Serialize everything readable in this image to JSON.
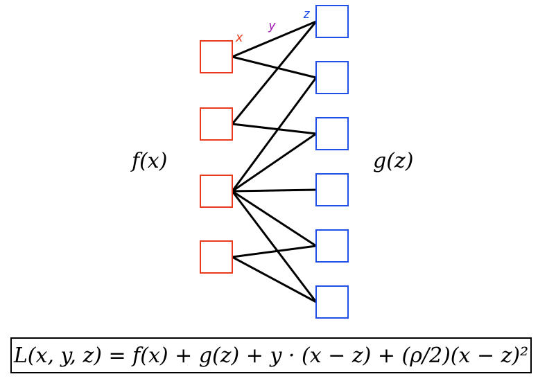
{
  "diagram": {
    "left_label": "f(x)",
    "right_label": "g(z)",
    "edge_label_x": "x",
    "edge_label_y": "y",
    "edge_label_z": "z",
    "formula": "L(x, y, z) = f(x) + g(z) + y · (x − z) + (ρ/2)(x − z)²",
    "colors": {
      "left_nodes": "#e8391d",
      "right_nodes": "#1f4fe6",
      "edges": "#000000",
      "label_x": "#e8391d",
      "label_y": "#a020b0",
      "label_z": "#1f4fe6"
    },
    "left_node_count": 4,
    "right_node_count": 6,
    "edges": [
      [
        0,
        0
      ],
      [
        0,
        1
      ],
      [
        1,
        0
      ],
      [
        1,
        2
      ],
      [
        2,
        1
      ],
      [
        2,
        2
      ],
      [
        2,
        3
      ],
      [
        2,
        4
      ],
      [
        2,
        5
      ],
      [
        3,
        4
      ],
      [
        3,
        5
      ]
    ]
  }
}
